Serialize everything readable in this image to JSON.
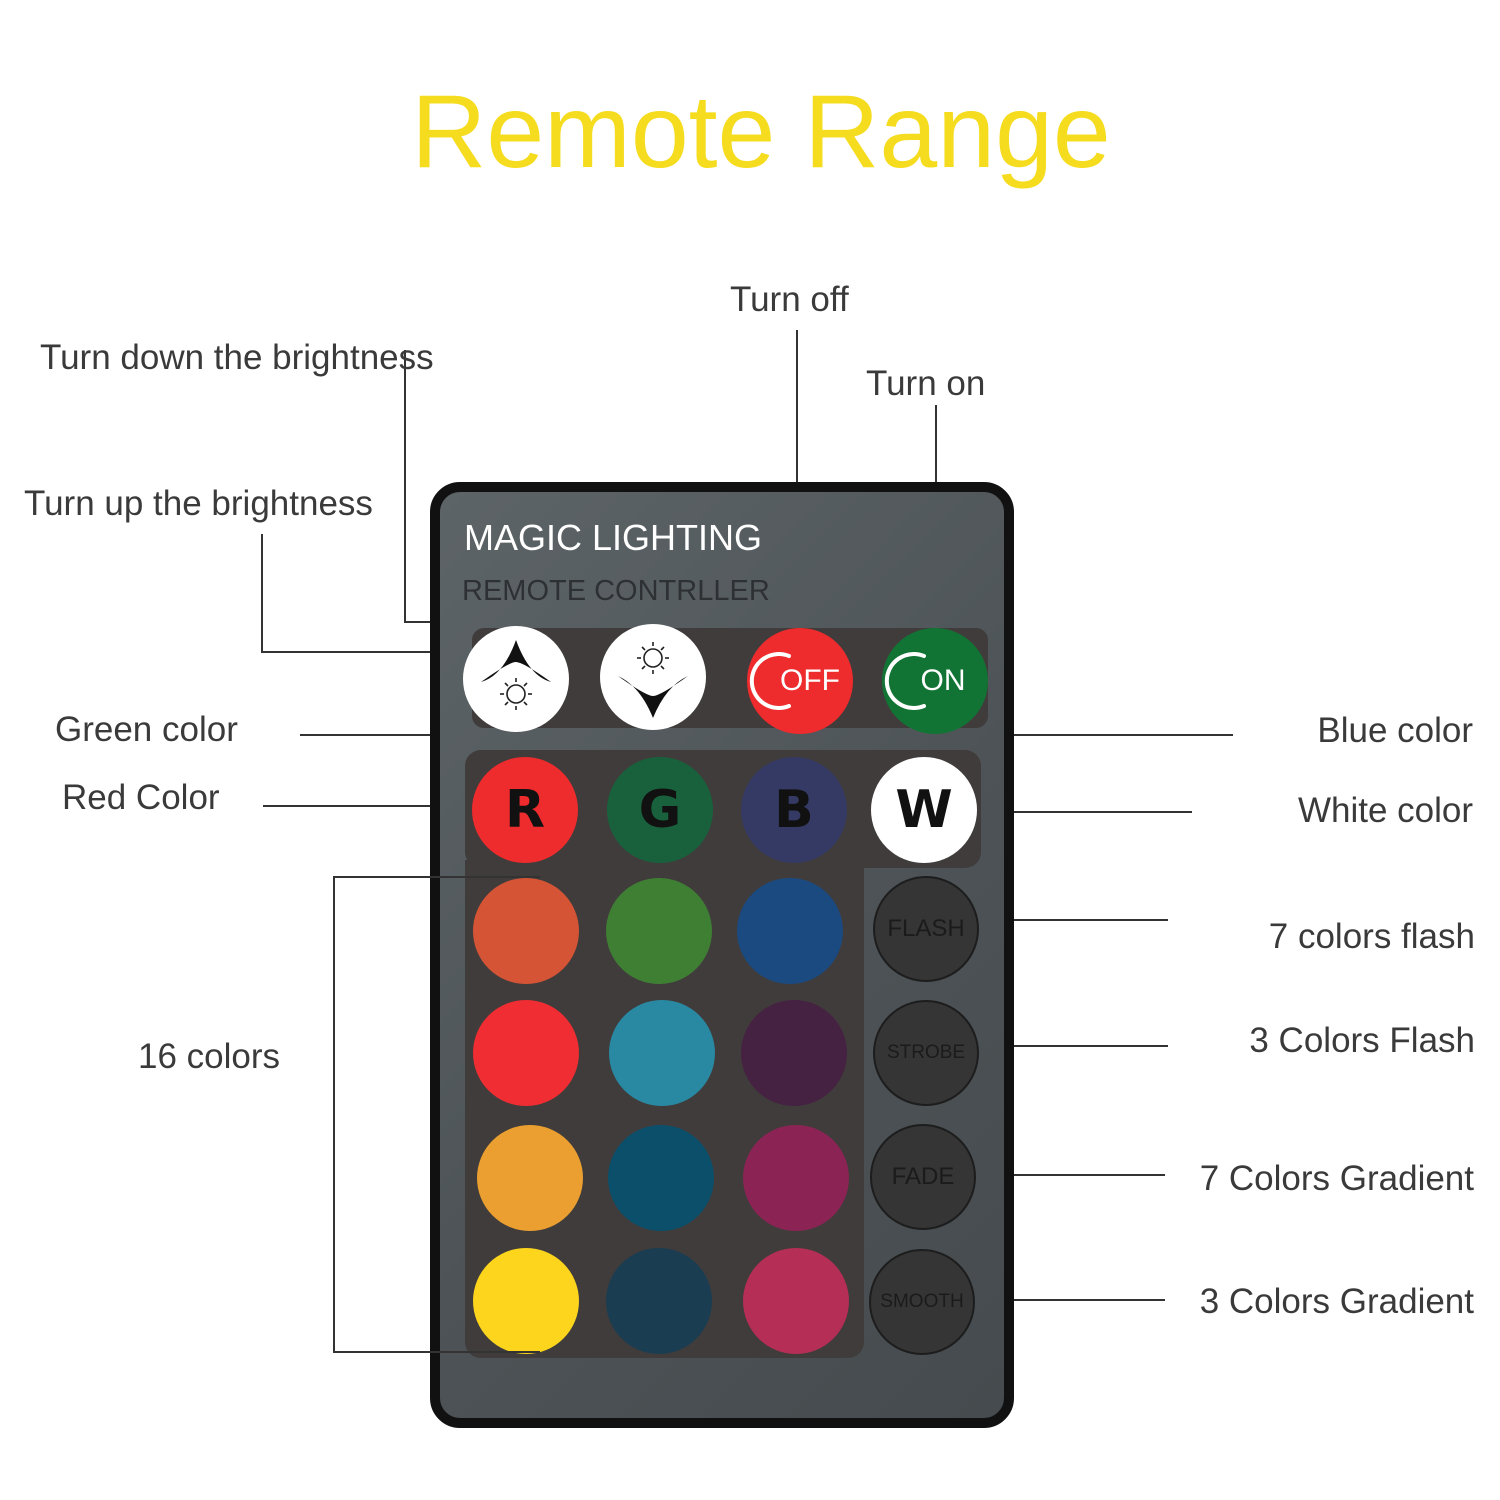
{
  "title": "Remote Range",
  "remote": {
    "brand": "MAGIC LIGHTING",
    "subtitle": "REMOTE CONTRLLER",
    "off_label": "OFF",
    "on_label": "ON",
    "letters": [
      "R",
      "G",
      "B",
      "W"
    ],
    "modes": [
      "FLASH",
      "STROBE",
      "FADE",
      "SMOOTH"
    ]
  },
  "labels": {
    "turn_off": "Turn off",
    "turn_on": "Turn on",
    "turn_down": "Turn down the brightness",
    "turn_up": "Turn up the brightness",
    "green": "Green color",
    "red": "Red Color",
    "blue": "Blue color",
    "white": "White color",
    "colors16": "16 colors",
    "flash7": "7 colors flash",
    "flash3": "3 Colors Flash",
    "gradient7": "7 Colors Gradient",
    "gradient3": "3 Colors Gradient"
  },
  "colors": {
    "title": "#f5dc1e",
    "remote_body": "#4d5356",
    "panel": "#403c3b",
    "off_button": "#ee2b2d",
    "on_button": "#127434",
    "red": "#ee2b2d",
    "green": "#18613c",
    "blue": "#343a63",
    "white": "#ffffff",
    "grid": [
      "#d55435",
      "#3f7f34",
      "#1b4a80",
      "#ef2d32",
      "#2989a3",
      "#452242",
      "#ea9f30",
      "#0b4f6a",
      "#8b2454",
      "#fcd51c",
      "#1b3d51",
      "#b42e56"
    ]
  }
}
